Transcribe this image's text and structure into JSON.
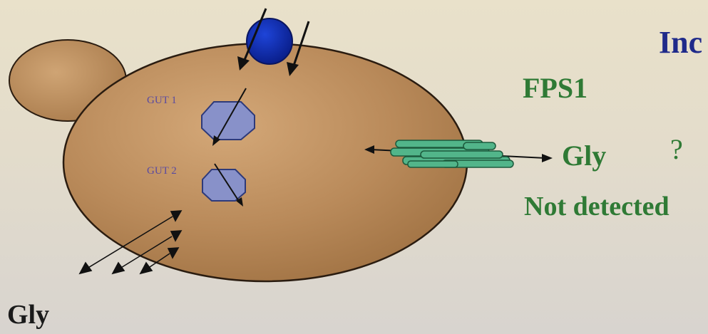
{
  "labels": {
    "title_partial": "Inc",
    "fps1": "FPS1",
    "gly_right": "Gly",
    "question": "?",
    "not_detected": "Not detected",
    "gly_left": "Gly",
    "gut1": "GUT 1",
    "gut2": "GUT 2"
  },
  "colors": {
    "cell_fill": "#b88a58",
    "bud_fill": "#b6895a",
    "transporter_blue": "#0a2aa8",
    "gut_fill": "#8891c9",
    "fps1_channel": "#52b58a",
    "label_green": "#2f7a35",
    "title_blue": "#1f2a8a"
  }
}
